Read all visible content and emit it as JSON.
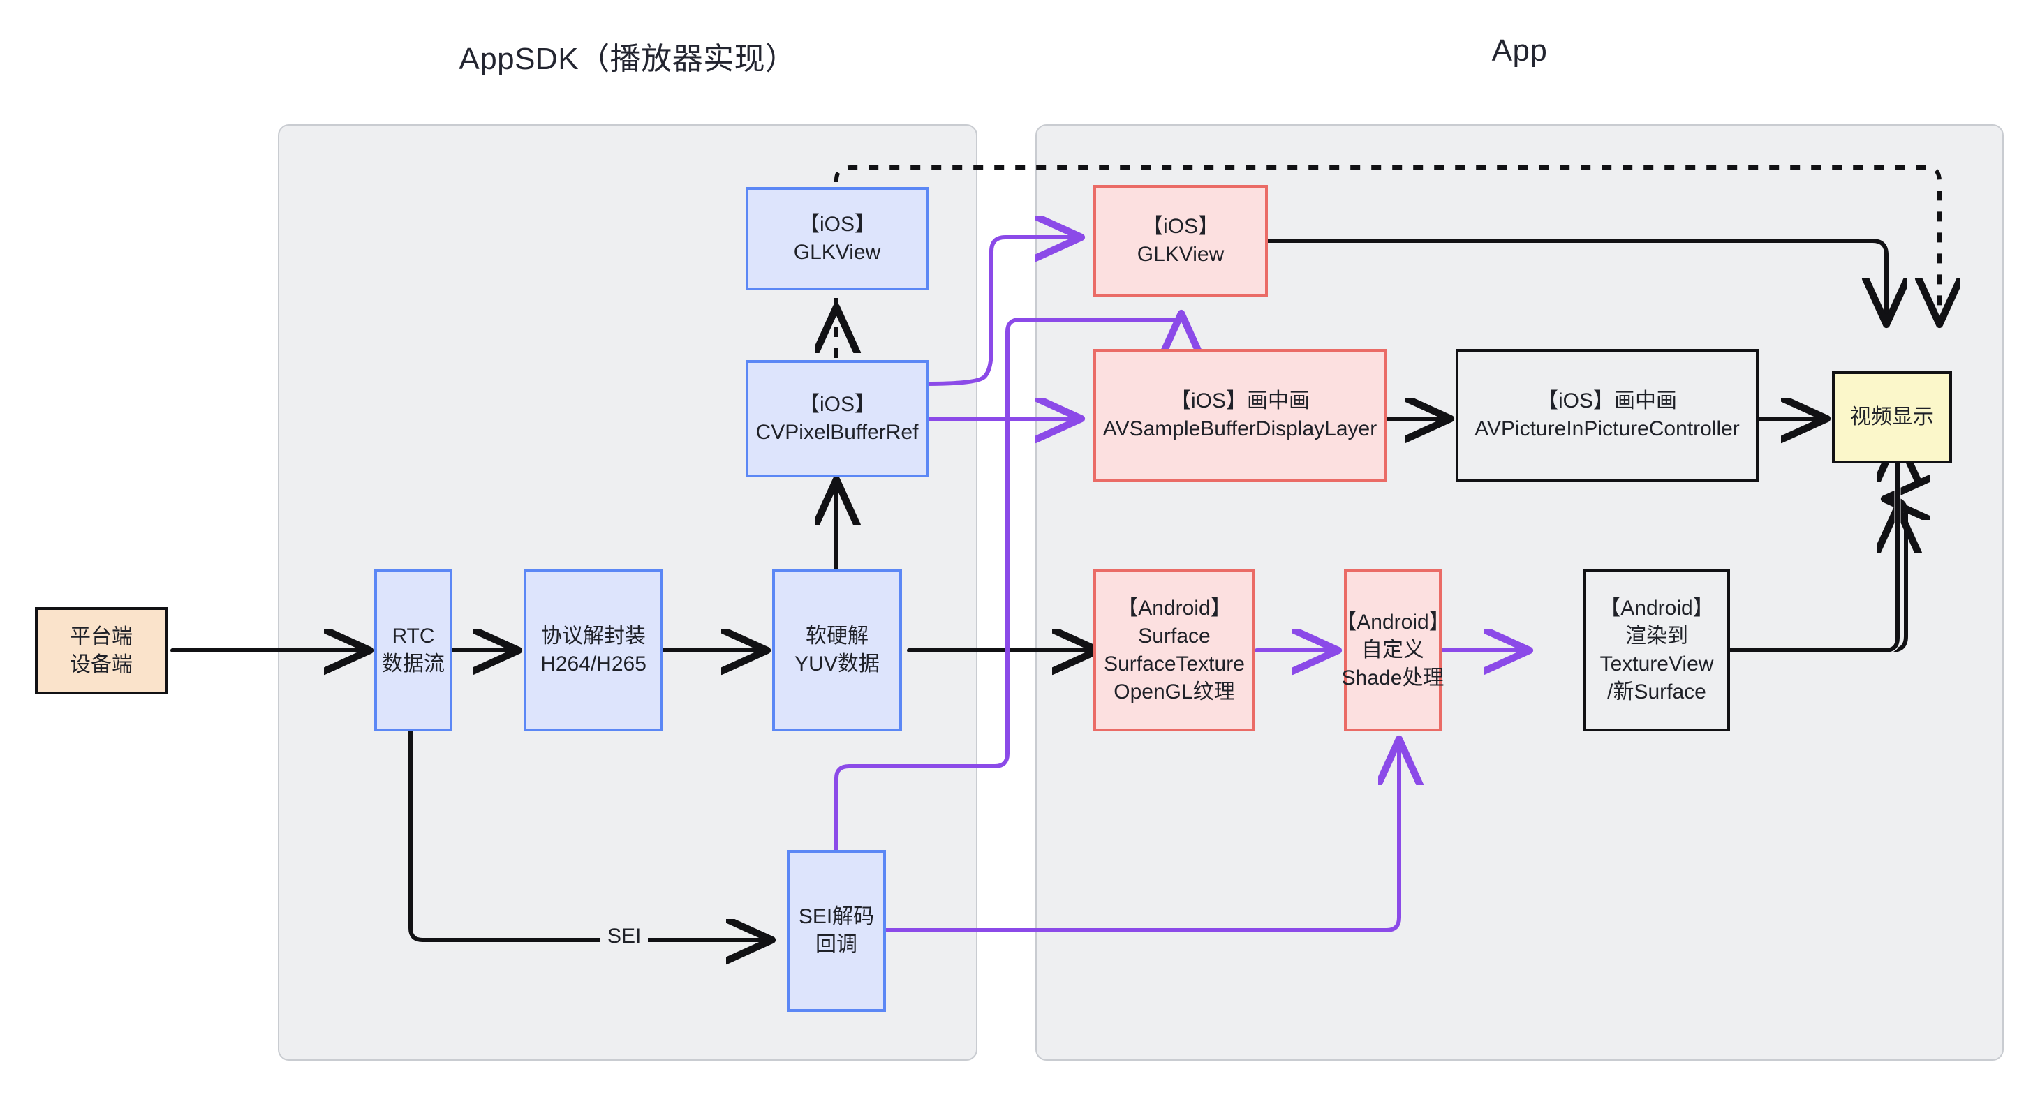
{
  "diagram": {
    "title_left": "AppSDK（播放器实现）",
    "title_right": "App",
    "colors": {
      "blue_fill": "#dde4fc",
      "blue_border": "#5b87f5",
      "pink_fill": "#fce0e0",
      "pink_border": "#ea6b66",
      "orange_fill": "#fae3cb",
      "yellow_fill": "#fbf7ca",
      "group_fill": "#eeeff1",
      "group_border": "#c9ccd1",
      "arrow_black": "#111114",
      "arrow_purple": "#8b4ae8"
    },
    "edge_labels": {
      "sei": "SEI"
    },
    "nodes": {
      "platform_device": {
        "line1": "平台端",
        "line2": "设备端"
      },
      "rtc_stream": {
        "line1": "RTC",
        "line2": "数据流"
      },
      "demux": {
        "line1": "协议解封装",
        "line2": "H264/H265"
      },
      "decode_yuv": {
        "line1": "软硬解",
        "line2": "YUV数据"
      },
      "sdk_glkview": {
        "line1": "【iOS】",
        "line2": "GLKView"
      },
      "sdk_pixelbuffer": {
        "line1": "【iOS】",
        "line2": "CVPixelBufferRef"
      },
      "sei_callback": {
        "line1": "SEI解码",
        "line2": "回调"
      },
      "app_glkview": {
        "line1": "【iOS】",
        "line2": "GLKView"
      },
      "avsample_layer": {
        "line1": "【iOS】画中画",
        "line2": "AVSampleBufferDisplayLayer"
      },
      "avpip_controller": {
        "line1": "【iOS】画中画",
        "line2": "AVPictureInPictureController"
      },
      "android_surface": {
        "line1": "【Android】",
        "line2": "Surface",
        "line3": "SurfaceTexture",
        "line4": "OpenGL纹理"
      },
      "android_shade": {
        "line1": "【Android】",
        "line2": "自定义",
        "line3": "Shade处理"
      },
      "android_render": {
        "line1": "【Android】",
        "line2": "渲染到",
        "line3": "TextureView",
        "line4": "/新Surface"
      },
      "video_display": {
        "line1": "视频显示"
      }
    }
  }
}
